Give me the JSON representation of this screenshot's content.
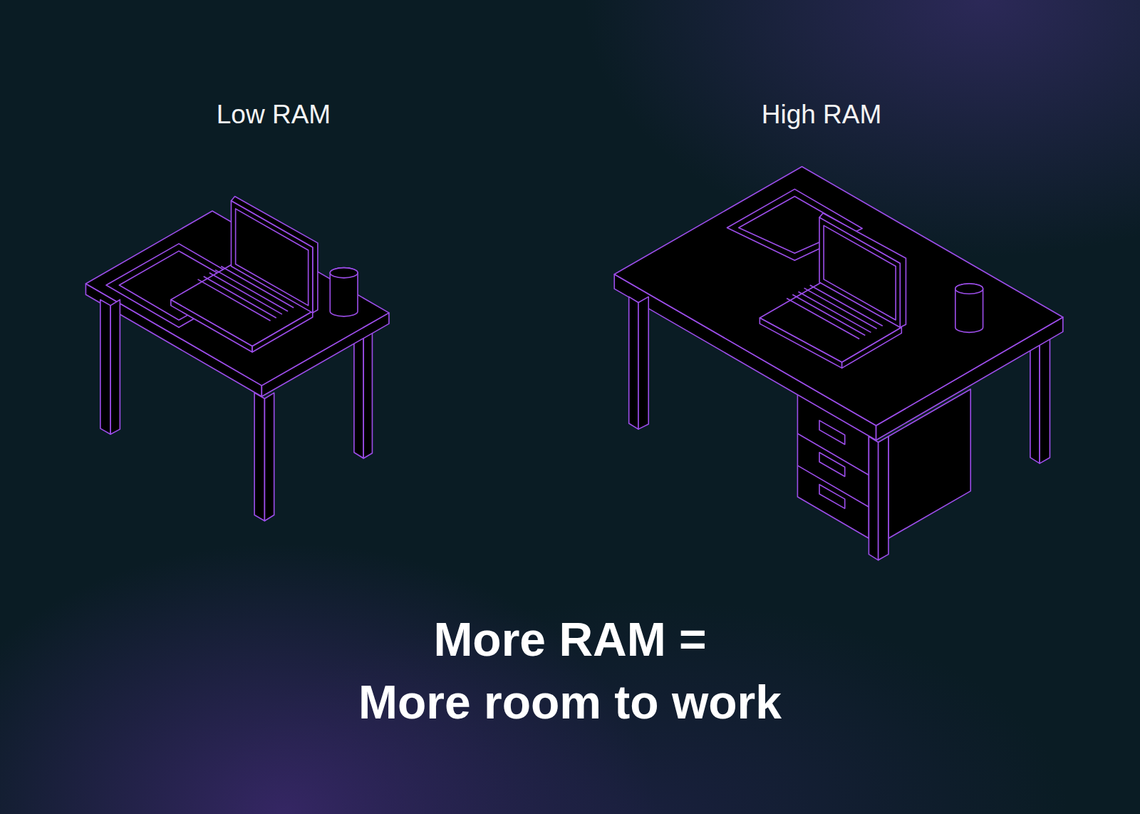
{
  "diagram": {
    "caption": "More RAM = More room to work",
    "labels": [
      "Low RAM",
      "High RAM"
    ]
  }
}
